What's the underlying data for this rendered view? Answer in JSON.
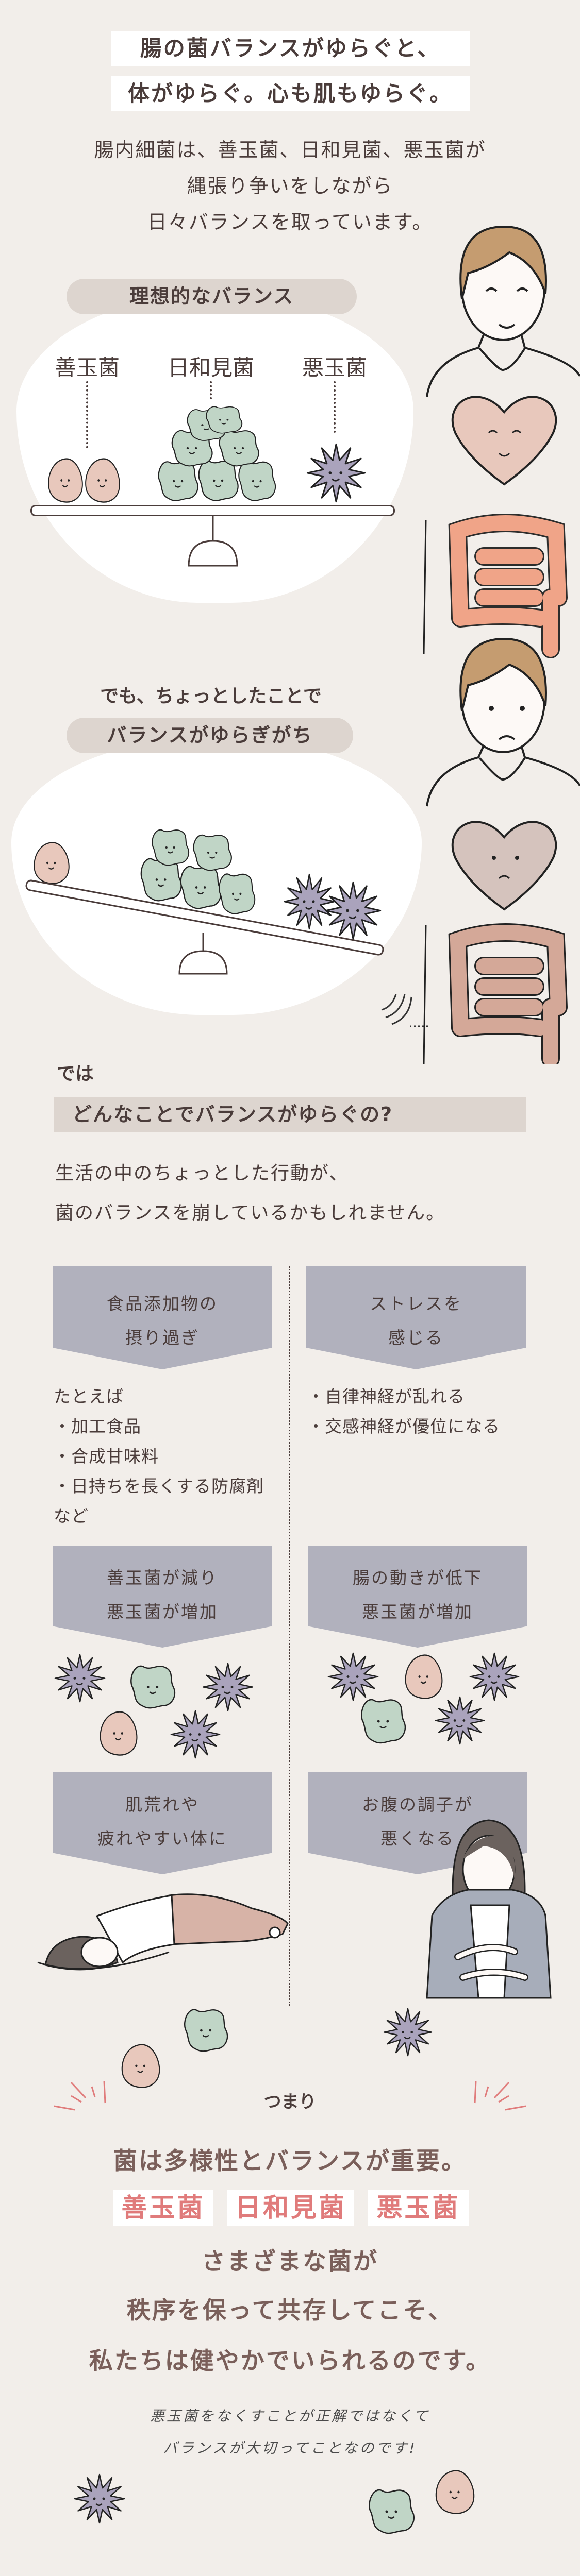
{
  "hero": {
    "title_lines": [
      "腸の菌バランスがゆらぐと、",
      "体がゆらぐ。心も肌もゆらぐ。"
    ],
    "body_lines": [
      "腸内細菌は、善玉菌、日和見菌、悪玉菌が",
      "縄張り争いをしながら",
      "日々バランスを取っています。"
    ]
  },
  "ideal": {
    "pill": "理想的なバランス",
    "labels": [
      "善玉菌",
      "日和見菌",
      "悪玉菌"
    ]
  },
  "unstable": {
    "lead": "でも、ちょっとしたことで",
    "pill": "バランスがゆらぎがち"
  },
  "cause": {
    "intro": "では",
    "pill": "どんなことでバランスがゆらぐの?",
    "desc_lines": [
      "生活の中のちょっとした行動が、",
      "菌のバランスを崩しているかもしれません。"
    ]
  },
  "columns": {
    "left": {
      "cause_lines": [
        "食品添加物の",
        "摂り過ぎ"
      ],
      "list": [
        "たとえば",
        "・加工食品",
        "・合成甘味料",
        "・日持ちを長くする防腐剤",
        "など"
      ],
      "effect_lines": [
        "善玉菌が減り",
        "悪玉菌が増加"
      ],
      "result_lines": [
        "肌荒れや",
        "疲れやすい体に"
      ]
    },
    "right": {
      "cause_lines": [
        "ストレスを",
        "感じる"
      ],
      "list": [
        "・自律神経が乱れる",
        "・交感神経が優位になる"
      ],
      "effect_lines": [
        "腸の動きが低下",
        "悪玉菌が増加"
      ],
      "result_lines": [
        "お腹の調子が",
        "悪くなる"
      ]
    }
  },
  "conclusion": {
    "intro": "つまり",
    "main": "菌は多様性とバランスが重要。",
    "badges": [
      "善玉菌",
      "日和見菌",
      "悪玉菌"
    ],
    "lines": [
      "さまざまな菌が",
      "秩序を保って共存してこそ、",
      "私たちは健やかでいられるのです。"
    ],
    "note_lines": [
      "悪玉菌をなくすことが正解ではなくて",
      "バランスが大切ってことなのです!"
    ]
  },
  "colors": {
    "background": "#f2eeea",
    "pill": "#ddd5cf",
    "text": "#4a3c3a",
    "arrow_card": "#b1b1bd",
    "good_bacteria": "#e8c8bc",
    "neutral_bacteria": "#c0d5c6",
    "bad_bacteria": "#aaa3bc",
    "accent": "#e07b7b",
    "conclusion_text": "#7a5f5a"
  }
}
